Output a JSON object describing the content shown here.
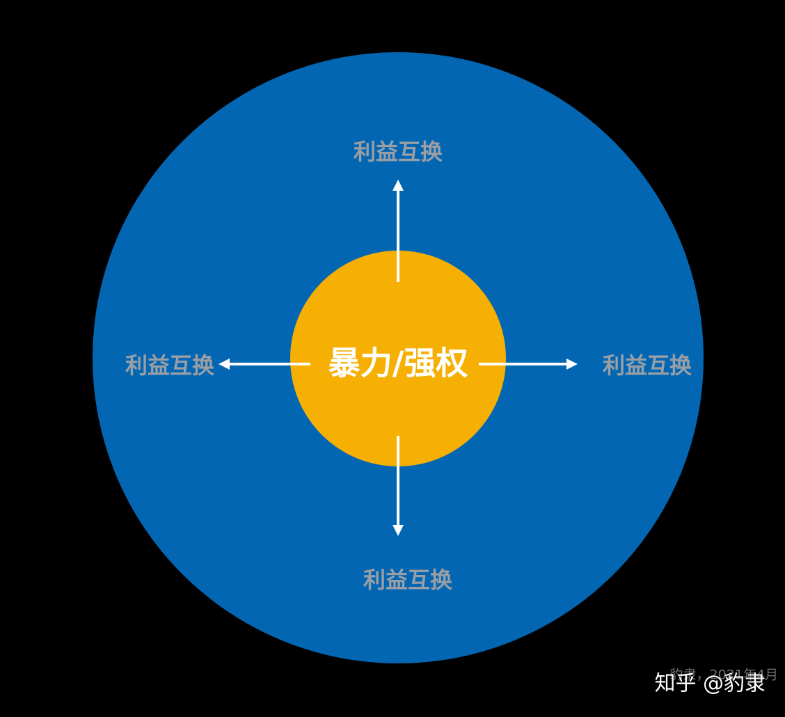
{
  "colors": {
    "background": "#000000",
    "outer_circle": "#0366B2",
    "inner_circle": "#F6B004",
    "arrow": "#FFFFFF",
    "center_text": "#FFFFFF",
    "outer_label_text": "#9A9FA6",
    "footer_text": "#6F6F6F",
    "watermark_text": "#FFFFFF"
  },
  "diagram": {
    "center_label": "暴力/强权",
    "labels": {
      "top": "利益互换",
      "left": "利益互换",
      "right": "利益互换",
      "bottom": "利益互换"
    }
  },
  "footer": {
    "credit": "豹隶，2021年4月",
    "watermark": "知乎 @豹隶"
  }
}
